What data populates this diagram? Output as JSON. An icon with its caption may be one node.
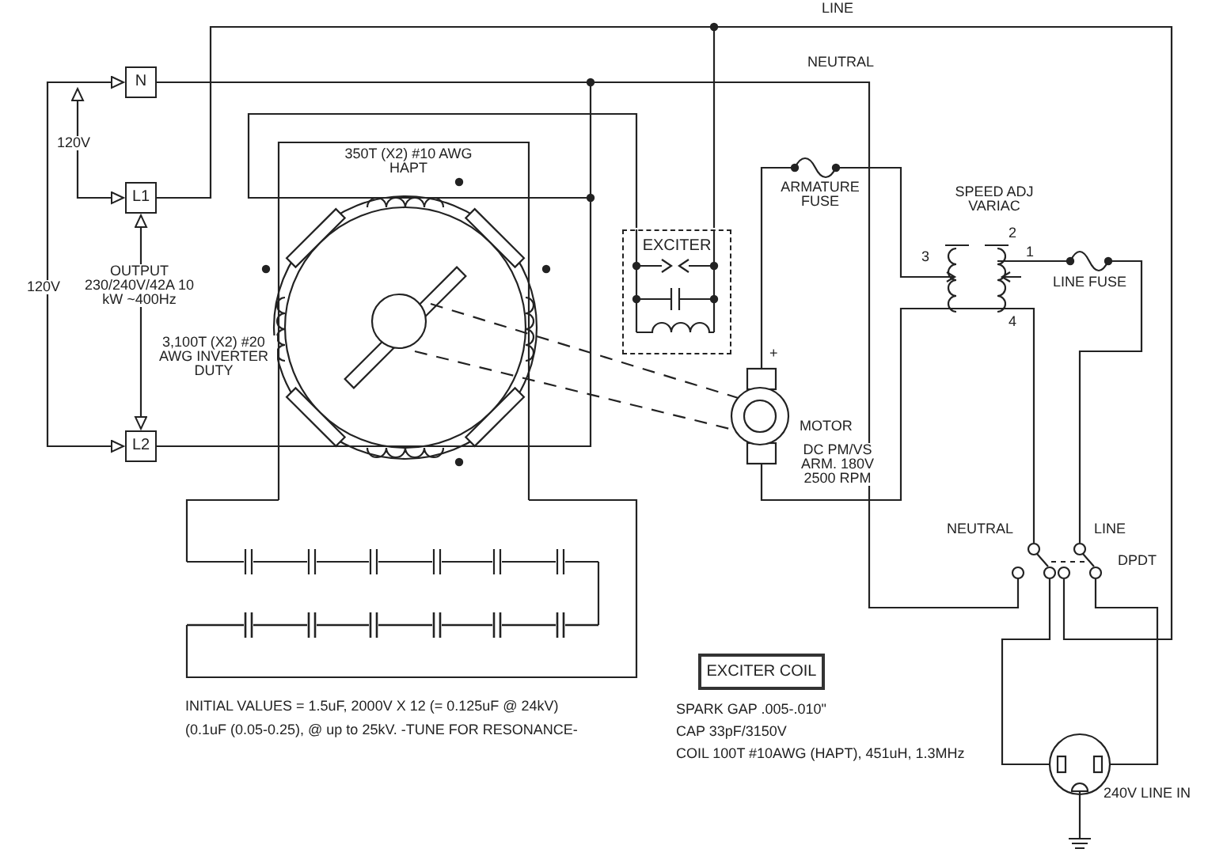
{
  "diagram": {
    "nodes": [
      {
        "text": [
          "N"
        ]
      },
      {
        "text": [
          "L1"
        ]
      },
      {
        "text": [
          "L2"
        ]
      },
      {
        "text": [
          "EXCITER"
        ]
      },
      {
        "text": [
          "EXCITER COIL"
        ]
      }
    ],
    "edges": [
      {
        "from": 1,
        "to": 3,
        "arrow": "none"
      },
      {
        "from": 1,
        "to": 0,
        "arrow": "both",
        "label": "120V"
      },
      {
        "from": 0,
        "to": 2,
        "arrow": "both",
        "label": "120V"
      },
      {
        "from": 1,
        "to": 2,
        "arrow": "both",
        "label": "OUTPUT 230/240V/42A 10 kW ~400Hz"
      },
      {
        "from": 0,
        "to": null,
        "arrow": "other"
      },
      {
        "from": 2,
        "to": 3,
        "arrow": "none"
      }
    ],
    "labels": [
      "LINE",
      "NEUTRAL",
      "350T (X2) #10 AWG HAPT",
      "3,100T (X2) #20 AWG INVERTER DUTY",
      "ARMATURE FUSE",
      "SPEED ADJ VARIAC",
      "3",
      "2",
      "1",
      "4",
      "LINE FUSE",
      "+",
      "MOTOR",
      "DC PM/VS ARM. 180V 2500 RPM",
      "NEUTRAL",
      "LINE",
      "DPDT",
      "INITIAL VALUES = 1.5uF, 2000V X 12 (= 0.125uF @ 24kV)",
      "(0.1uF (0.05-0.25), @ up to 25kV. -TUNE FOR RESONANCE-",
      "SPARK GAP .005-.010\"",
      "CAP 33pF/3150V",
      "COIL 100T #10AWG (HAPT), 451uH, 1.3MHz",
      "240V LINE IN"
    ]
  }
}
